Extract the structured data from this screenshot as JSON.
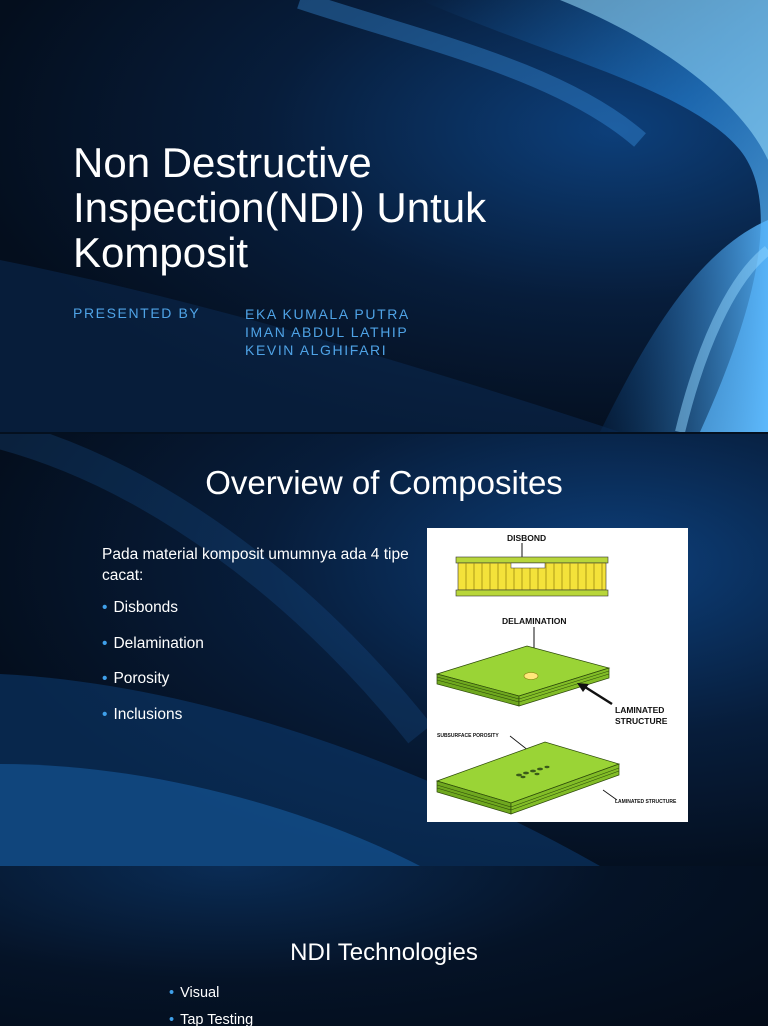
{
  "slide1": {
    "title": "Non Destructive Inspection(NDI) Untuk Komposit",
    "presented_by": "PRESENTED BY",
    "authors": [
      "EKA KUMALA PUTRA",
      "IMAN ABDUL LATHIP",
      "KEVIN ALGHIFARI"
    ]
  },
  "slide2": {
    "title": "Overview of Composites",
    "intro": "Pada material komposit umumnya ada 4 tipe cacat:",
    "bullets": [
      "Disbonds",
      "Delamination",
      "Porosity",
      "Inclusions"
    ],
    "figure": {
      "label_disbond": "DISBOND",
      "label_delamination": "DELAMINATION",
      "label_laminated_1": "LAMINATED",
      "label_laminated_2": "STRUCTURE",
      "label_porosity": "SUBSURFACE POROSITY",
      "label_laminated_structure": "LAMINATED STRUCTURE"
    }
  },
  "slide3": {
    "title": "NDI Technologies",
    "bullets": [
      "Visual",
      "Tap Testing"
    ]
  },
  "colors": {
    "accent": "#4fa3e6",
    "bullet": "#3fa0ea",
    "background": "#04101f",
    "composite_green": "#8fd12a"
  }
}
